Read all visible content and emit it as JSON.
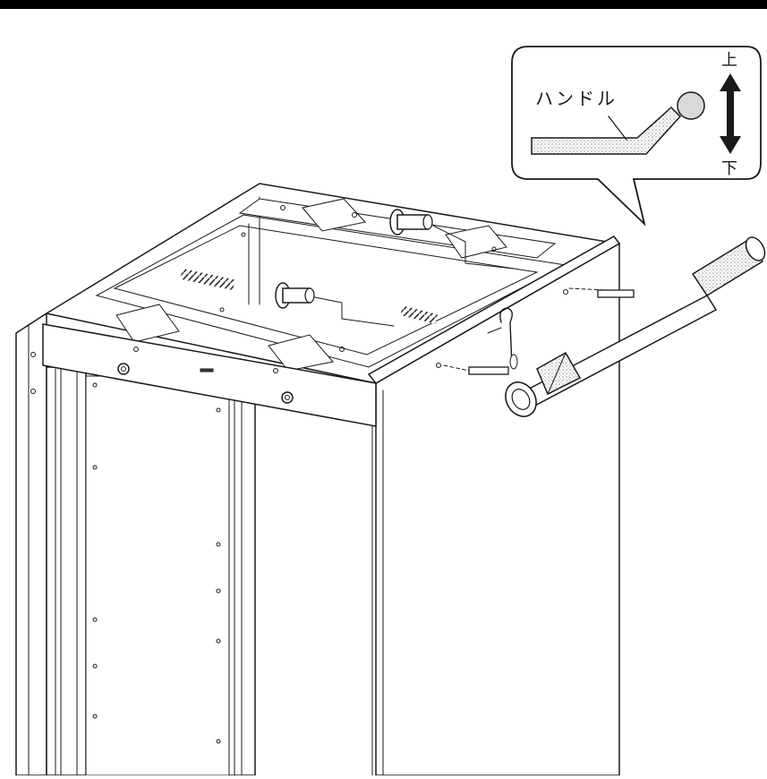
{
  "callout": {
    "handle_label": "ハンドル",
    "up_label": "上",
    "down_label": "下"
  },
  "colors": {
    "ink": "#1a1a1a",
    "header_bar": "#000000",
    "shade": "#d9d9d9",
    "paper": "#ffffff"
  },
  "icons": {
    "up_down_arrow": "up-down-double-arrow-icon"
  }
}
